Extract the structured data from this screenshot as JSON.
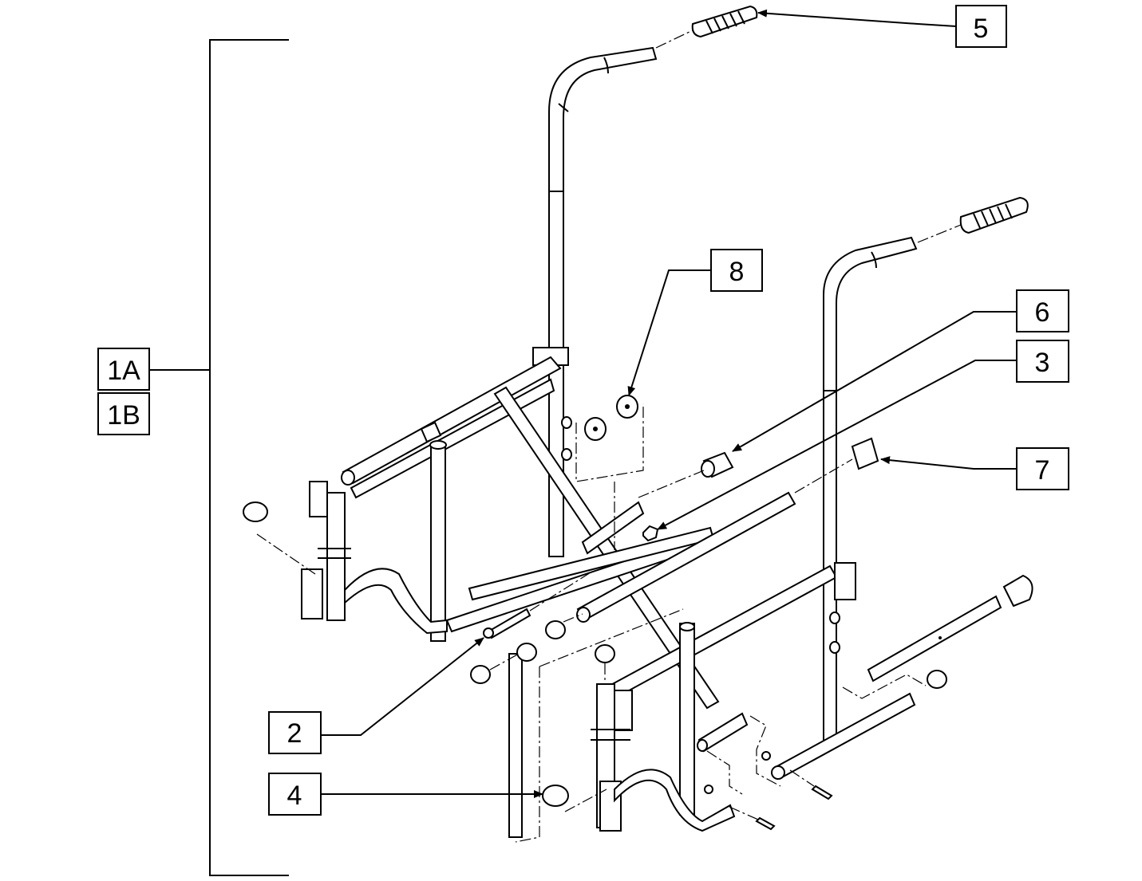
{
  "diagram": {
    "callouts": [
      {
        "id": "1A",
        "label": "1A"
      },
      {
        "id": "1B",
        "label": "1B"
      },
      {
        "id": "2",
        "label": "2"
      },
      {
        "id": "3",
        "label": "3"
      },
      {
        "id": "4",
        "label": "4"
      },
      {
        "id": "5",
        "label": "5"
      },
      {
        "id": "6",
        "label": "6"
      },
      {
        "id": "7",
        "label": "7"
      },
      {
        "id": "8",
        "label": "8"
      }
    ],
    "colors": {
      "line": "#000000",
      "background": "#ffffff",
      "part_fill": "#ffffff"
    }
  }
}
